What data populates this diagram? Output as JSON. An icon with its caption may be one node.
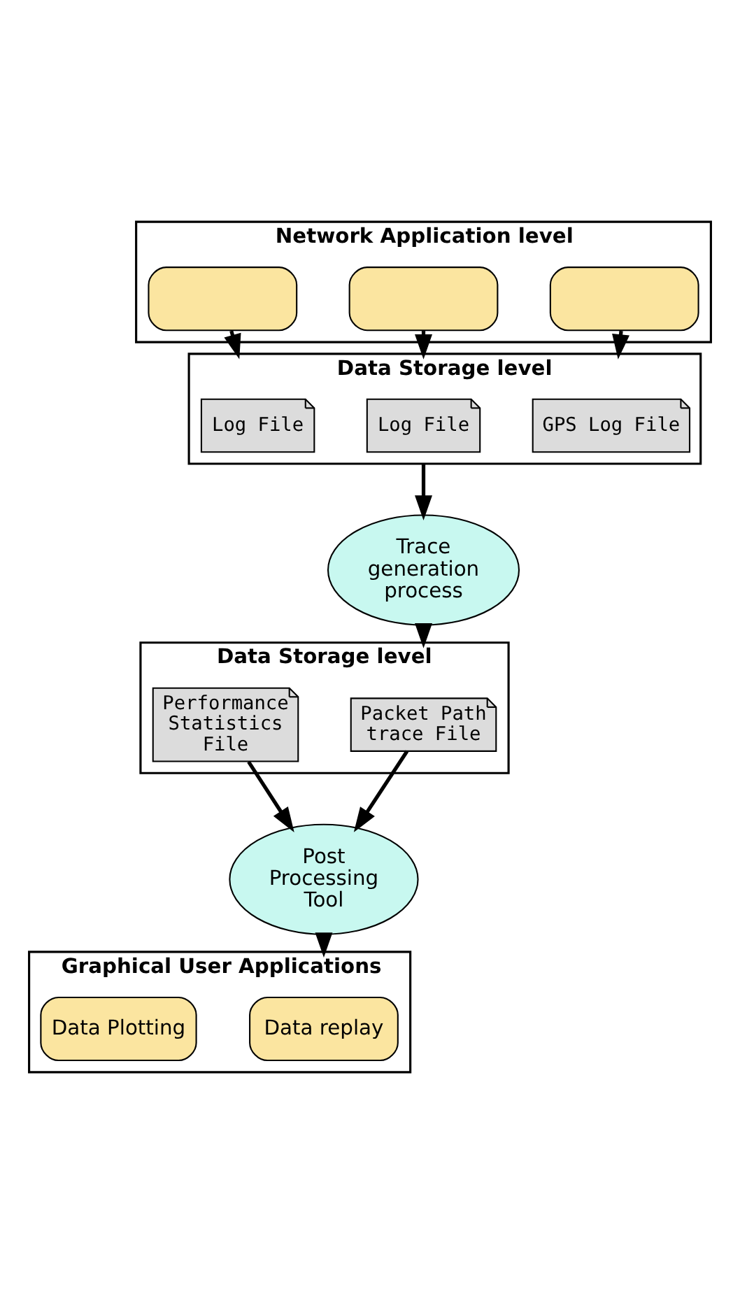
{
  "diagram": {
    "nodes": [
      {
        "text": [
          "Network Application level"
        ]
      },
      {
        "text": [],
        "shape": "box",
        "in": 0
      },
      {
        "text": [],
        "shape": "box",
        "in": 0
      },
      {
        "text": [],
        "shape": "box",
        "in": 0
      },
      {
        "text": [
          "Data Storage level"
        ]
      },
      {
        "text": [
          "Log File"
        ],
        "in": 4
      },
      {
        "text": [
          "Log File"
        ],
        "in": 4
      },
      {
        "text": [
          "GPS Log File"
        ],
        "in": 4
      },
      {
        "text": [
          "Trace generation process"
        ]
      },
      {
        "text": [
          "Data Storage level"
        ]
      },
      {
        "text": [
          "Performance Statistics File"
        ],
        "in": 9
      },
      {
        "text": [
          "Packet Path trace File"
        ],
        "in": 9
      },
      {
        "text": [
          "Post Processing Tool"
        ]
      },
      {
        "text": [
          "Graphical User Applications"
        ]
      },
      {
        "text": [
          "Data Plotting"
        ],
        "in": 13
      },
      {
        "text": [
          "Data replay"
        ],
        "in": 13
      }
    ],
    "edges": [
      {
        "from": 1,
        "to": 5,
        "arrow": "to"
      },
      {
        "from": 2,
        "to": 6,
        "arrow": "to"
      },
      {
        "from": 3,
        "to": 7,
        "arrow": "to"
      },
      {
        "from": 4,
        "to": 8,
        "arrow": "to"
      },
      {
        "from": 8,
        "to": 9,
        "arrow": "to"
      },
      {
        "from": 10,
        "to": 12,
        "arrow": "to"
      },
      {
        "from": 11,
        "to": 12,
        "arrow": "to"
      },
      {
        "from": 12,
        "to": 13,
        "arrow": "to"
      }
    ]
  }
}
